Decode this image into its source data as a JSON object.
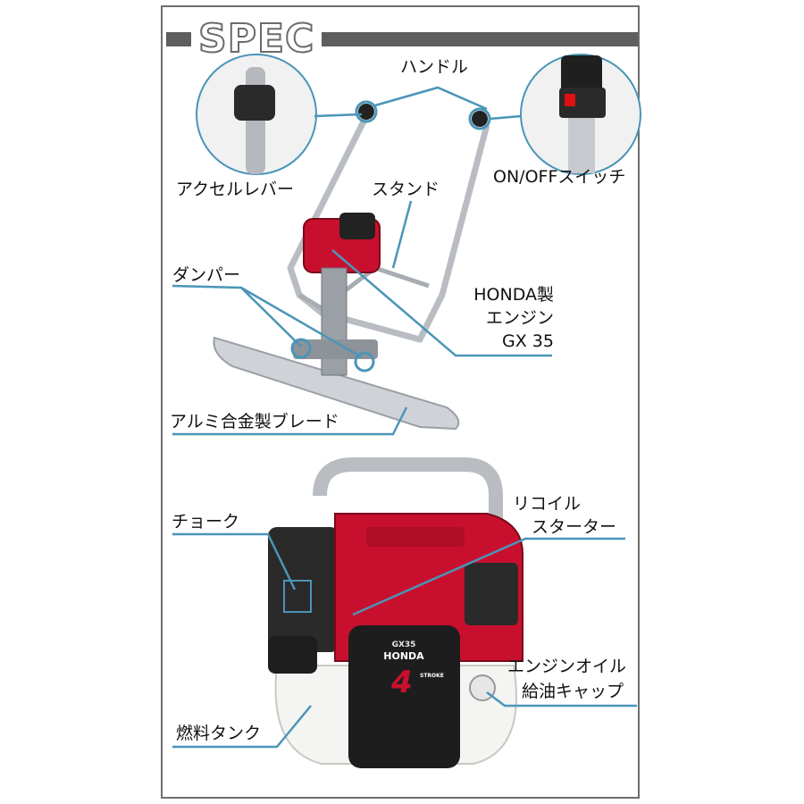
{
  "heading": "SPEC",
  "top_section": {
    "labels": {
      "handle": "ハンドル",
      "accel_lever": "アクセルレバー",
      "on_off_switch": "ON/OFFスイッチ",
      "stand": "スタンド",
      "damper": "ダンパー",
      "engine_line1": "HONDA製",
      "engine_line2": "エンジン",
      "engine_line3": "GX 35",
      "blade": "アルミ合金製ブレード"
    }
  },
  "bottom_section": {
    "labels": {
      "choke": "チョーク",
      "recoil_line1": "リコイル",
      "recoil_line2": "スターター",
      "oil_cap_line1": "エンジンオイル",
      "oil_cap_line2": "給油キャップ",
      "fuel_tank": "燃料タンク"
    },
    "engine_markings": {
      "model": "GX35",
      "brand": "HONDA",
      "stroke": "4",
      "stroke_word": "STROKE"
    }
  },
  "colors": {
    "callout_line": "#4a95b8",
    "engine_red": "#c8102e",
    "frame_gray": "#6e6e6e"
  }
}
